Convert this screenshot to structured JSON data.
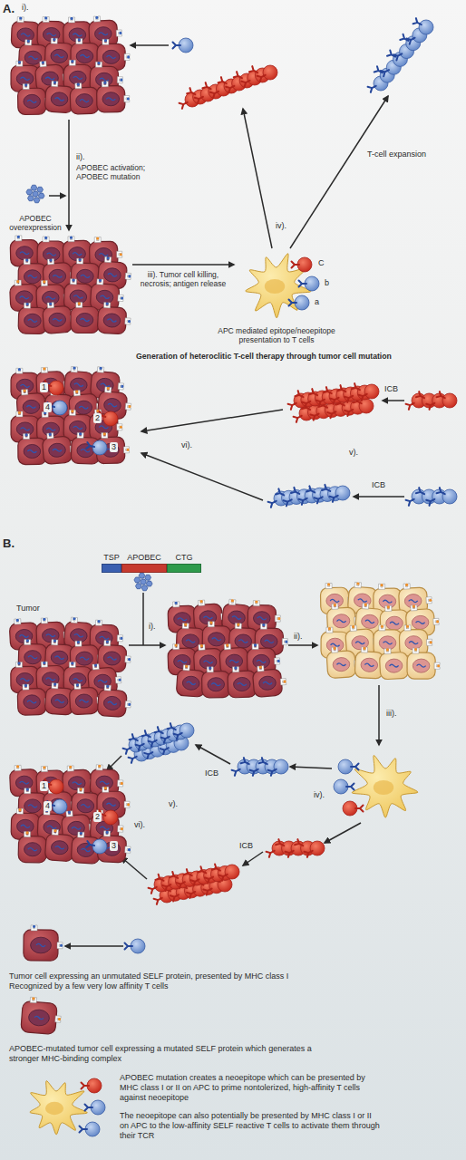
{
  "diagram": {
    "nodes": [
      {
        "text": [
          "TSP"
        ]
      },
      {
        "text": [
          "APOBEC"
        ]
      },
      {
        "text": [
          "CTG"
        ]
      }
    ],
    "labels": [
      "A.",
      "i).",
      "APOBEC overexpression",
      "ii).",
      "APOBEC activation; APOBEC mutation",
      "iii). Tumor cell killing, necrosis; antigen release",
      "iv).",
      "T-cell expansion",
      "C",
      "b",
      "a",
      "APC mediated epitope/neoepitope presentation to T cells",
      "Generation of heteroclitic T-cell therapy through tumor cell mutation",
      "ICB",
      "v).",
      "ICB",
      "vi).",
      "1",
      "4",
      "2",
      "3",
      "B.",
      "i).",
      "Tumor",
      "ii).",
      "iii).",
      "ICB",
      "ICB",
      "iv).",
      "v).",
      "vi).",
      "1",
      "4",
      "2",
      "3"
    ],
    "legend": [
      {
        "text": "Tumor cell expressing an unmutated SELF protein, presented by MHC class I Recognized by a few very low affinity T cells"
      },
      {
        "text": "APOBEC-mutated tumor cell expressing a mutated SELF protein which generates a stronger MHC-binding complex"
      },
      {
        "text": "APOBEC mutation creates a neoepitope which can be presented by MHC class I or II on APC to prime nontolerized, high-affinity T cells against neoepitope"
      },
      {
        "text": "The neoepitope can also potentially be presented by MHC class I or II on APC to the low-affinity SELF reactive T cells to activate them through their TCR"
      }
    ]
  }
}
